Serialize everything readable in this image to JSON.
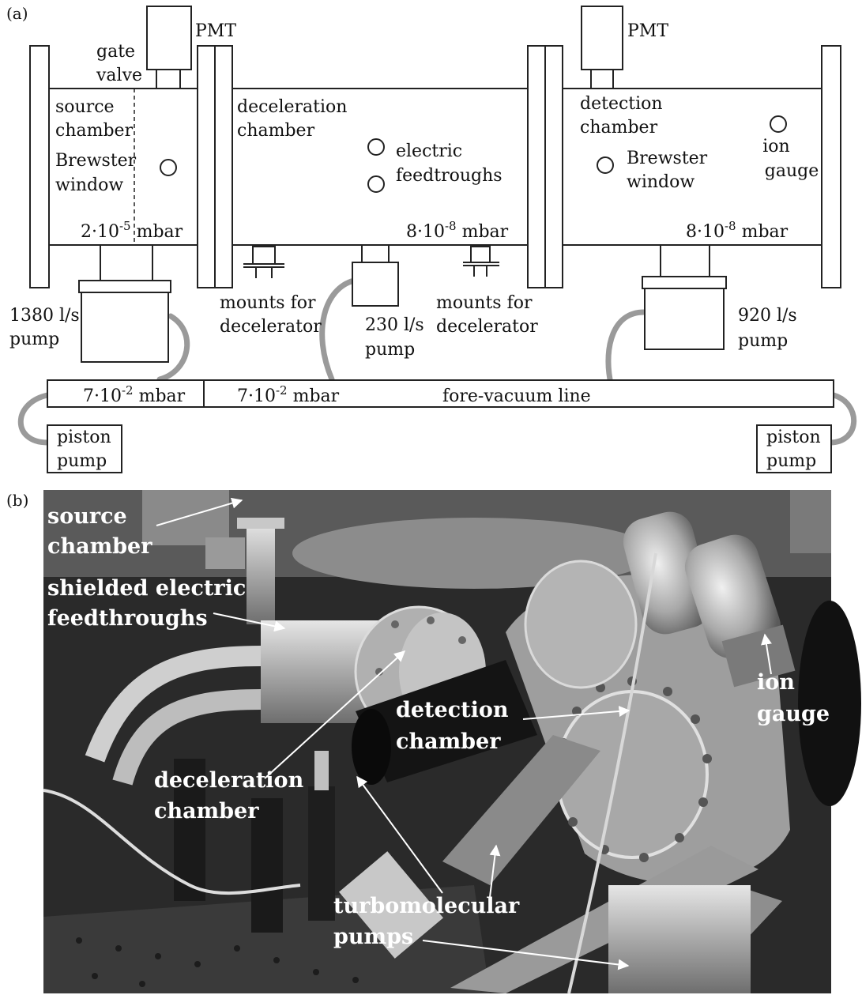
{
  "panel_a": {
    "label": "(a)",
    "pmt_left": "PMT",
    "pmt_right": "PMT",
    "gate_valve": [
      "gate",
      "valve"
    ],
    "source_chamber": [
      "source",
      "chamber"
    ],
    "brewster_left": [
      "Brewster",
      "window"
    ],
    "deceleration_chamber": [
      "deceleration",
      "chamber"
    ],
    "electric_feedthroughs": [
      "electric",
      "feedtroughs"
    ],
    "detection_chamber": [
      "detection",
      "chamber"
    ],
    "brewster_right": [
      "Brewster",
      "window"
    ],
    "ion_gauge": [
      "ion",
      "gauge"
    ],
    "pressure_source": {
      "base": "2·10",
      "exp": "-5",
      "unit": " mbar"
    },
    "pressure_decel": {
      "base": "8·10",
      "exp": "-8",
      "unit": " mbar"
    },
    "pressure_detect": {
      "base": "8·10",
      "exp": "-8",
      "unit": " mbar"
    },
    "pump_1380": [
      "1380 l/s",
      "pump"
    ],
    "mounts_left": [
      "mounts for",
      "decelerator"
    ],
    "pump_230": [
      "230 l/s",
      "pump"
    ],
    "mounts_right": [
      "mounts for",
      "decelerator"
    ],
    "pump_920": [
      "920 l/s",
      "pump"
    ],
    "forevac_p1": {
      "base": "7·10",
      "exp": "-2",
      "unit": " mbar"
    },
    "forevac_p2": {
      "base": "7·10",
      "exp": "-2",
      "unit": " mbar"
    },
    "forevac_line": "fore-vacuum line",
    "piston_left": [
      "piston",
      "pump"
    ],
    "piston_right": [
      "piston",
      "pump"
    ]
  },
  "panel_b": {
    "label": "(b)",
    "source_chamber": [
      "source",
      "chamber"
    ],
    "shielded_feedthroughs": [
      "shielded electric",
      "feedthroughs"
    ],
    "deceleration_chamber": [
      "deceleration",
      "chamber"
    ],
    "detection_chamber": [
      "detection",
      "chamber"
    ],
    "ion_gauge": [
      "ion",
      "gauge"
    ],
    "turbo_pumps": [
      "turbomolecular",
      "pumps"
    ]
  },
  "colors": {
    "hose": "#9a9a9a",
    "photo_dark": "#2a2a2a",
    "photo_metal": "#b8b8b8"
  }
}
